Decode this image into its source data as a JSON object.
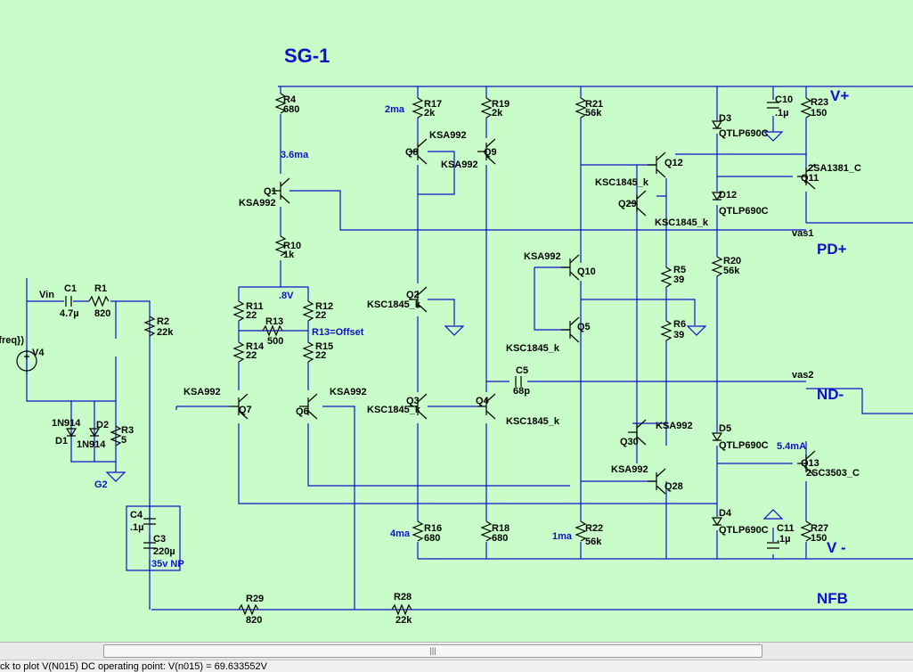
{
  "schematic": {
    "title": "SG-1",
    "nets": {
      "vplus": "V+",
      "pdplus": "PD+",
      "ndminus": "ND-",
      "vminus": "V -",
      "nfb": "NFB",
      "vin": "Vin",
      "g2": "G2",
      "vas1": "vas1",
      "vas2": "vas2"
    },
    "notes": {
      "i_3_6ma": "3.6ma",
      "i_2ma": "2ma",
      "v_8": ".8V",
      "offset": "R13=Offset",
      "i_4ma": "4ma",
      "i_1ma": "1ma",
      "i_5_4ma": "5.4mA",
      "cap_35v": "35v NP"
    },
    "source": {
      "name": "V4",
      "value": "{freq})"
    },
    "resistors": {
      "R1": {
        "name": "R1",
        "value": "820"
      },
      "R2": {
        "name": "R2",
        "value": "22k"
      },
      "R3": {
        "name": "R3",
        "value": "5"
      },
      "R4": {
        "name": "R4",
        "value": "680"
      },
      "R5": {
        "name": "R5",
        "value": "39"
      },
      "R6": {
        "name": "R6",
        "value": "39"
      },
      "R10": {
        "name": "R10",
        "value": "1k"
      },
      "R11": {
        "name": "R11",
        "value": "22"
      },
      "R12": {
        "name": "R12",
        "value": "22"
      },
      "R13": {
        "name": "R13",
        "value": "500"
      },
      "R14": {
        "name": "R14",
        "value": "22"
      },
      "R15": {
        "name": "R15",
        "value": "22"
      },
      "R16": {
        "name": "R16",
        "value": "680"
      },
      "R17": {
        "name": "R17",
        "value": "2k"
      },
      "R18": {
        "name": "R18",
        "value": "680"
      },
      "R19": {
        "name": "R19",
        "value": "2k"
      },
      "R20": {
        "name": "R20",
        "value": "56k"
      },
      "R21": {
        "name": "R21",
        "value": "56k"
      },
      "R22": {
        "name": "R22",
        "value": "56k"
      },
      "R23": {
        "name": "R23",
        "value": "150"
      },
      "R27": {
        "name": "R27",
        "value": "150"
      },
      "R28": {
        "name": "R28",
        "value": "22k"
      },
      "R29": {
        "name": "R29",
        "value": "820"
      }
    },
    "capacitors": {
      "C1": {
        "name": "C1",
        "value": "4.7µ"
      },
      "C3": {
        "name": "C3",
        "value": "220µ"
      },
      "C4": {
        "name": "C4",
        "value": ".1µ"
      },
      "C5": {
        "name": "C5",
        "value": "68p"
      },
      "C10": {
        "name": "C10",
        "value": ".1µ"
      },
      "C11": {
        "name": "C11",
        "value": ".1µ"
      }
    },
    "diodes": {
      "D1": {
        "name": "D1",
        "value": "1N914"
      },
      "D2": {
        "name": "D2",
        "value": "1N914"
      },
      "D3": {
        "name": "D3",
        "value": "QTLP690C"
      },
      "D4": {
        "name": "D4",
        "value": "QTLP690C"
      },
      "D5": {
        "name": "D5",
        "value": "QTLP690C"
      },
      "D12": {
        "name": "D12",
        "value": "QTLP690C"
      }
    },
    "transistors": {
      "Q1": {
        "name": "Q1",
        "model": "KSA992"
      },
      "Q2": {
        "name": "Q2",
        "model": "KSC1845_k"
      },
      "Q3": {
        "name": "Q3",
        "model": "KSC1845_k"
      },
      "Q4": {
        "name": "Q4",
        "model": "KSC1845_k"
      },
      "Q5": {
        "name": "Q5",
        "model": "KSC1845_k"
      },
      "Q6": {
        "name": "Q6",
        "model": "KSA992"
      },
      "Q7": {
        "name": "Q7",
        "model": "KSA992"
      },
      "Q8": {
        "name": "Q8",
        "model": "KSA992"
      },
      "Q9": {
        "name": "Q9",
        "model": "KSA992"
      },
      "Q10": {
        "name": "Q10",
        "model": "KSA992"
      },
      "Q11": {
        "name": "Q11",
        "model": "2SA1381_C"
      },
      "Q12": {
        "name": "Q12",
        "model": "KSC1845_k"
      },
      "Q13": {
        "name": "Q13",
        "model": "2SC3503_C"
      },
      "Q28": {
        "name": "Q28",
        "model": "KSA992"
      },
      "Q29": {
        "name": "Q29",
        "model": "KSC1845_k"
      },
      "Q30": {
        "name": "Q30",
        "model": "KSA992"
      }
    }
  },
  "status_bar": {
    "text": "ck to plot V(N015)   DC operating point: V(n015) = 69.633552V"
  },
  "colors": {
    "background": "#c8fcc8",
    "wire": "#1010c8",
    "component": "#000000",
    "annotation": "#1010c8"
  }
}
